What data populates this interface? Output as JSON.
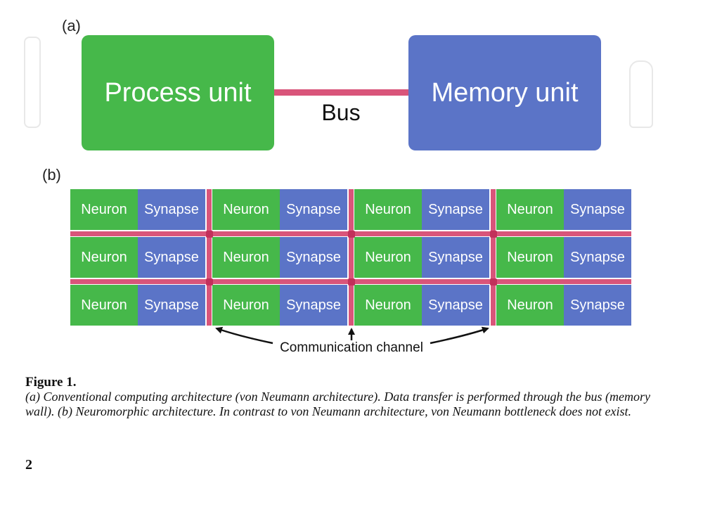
{
  "panel_a": {
    "label": "(a)",
    "process_unit": "Process unit",
    "memory_unit": "Memory unit",
    "bus": "Bus"
  },
  "panel_b": {
    "label": "(b)",
    "rows": 3,
    "columns": 4,
    "neuron_label": "Neuron",
    "synapse_label": "Synapse",
    "channel_label": "Communication channel"
  },
  "colors": {
    "green": "#46b84a",
    "blue": "#5b74c7",
    "pink": "#d9557a",
    "node": "#c2305b"
  },
  "caption": {
    "title": "Figure 1.",
    "body": "(a) Conventional computing architecture (von Neumann architecture). Data transfer is performed through the bus (memory wall). (b) Neuromorphic architecture. In contrast to von Neumann architecture, von Neumann bottleneck does not exist."
  },
  "page_number": "2"
}
